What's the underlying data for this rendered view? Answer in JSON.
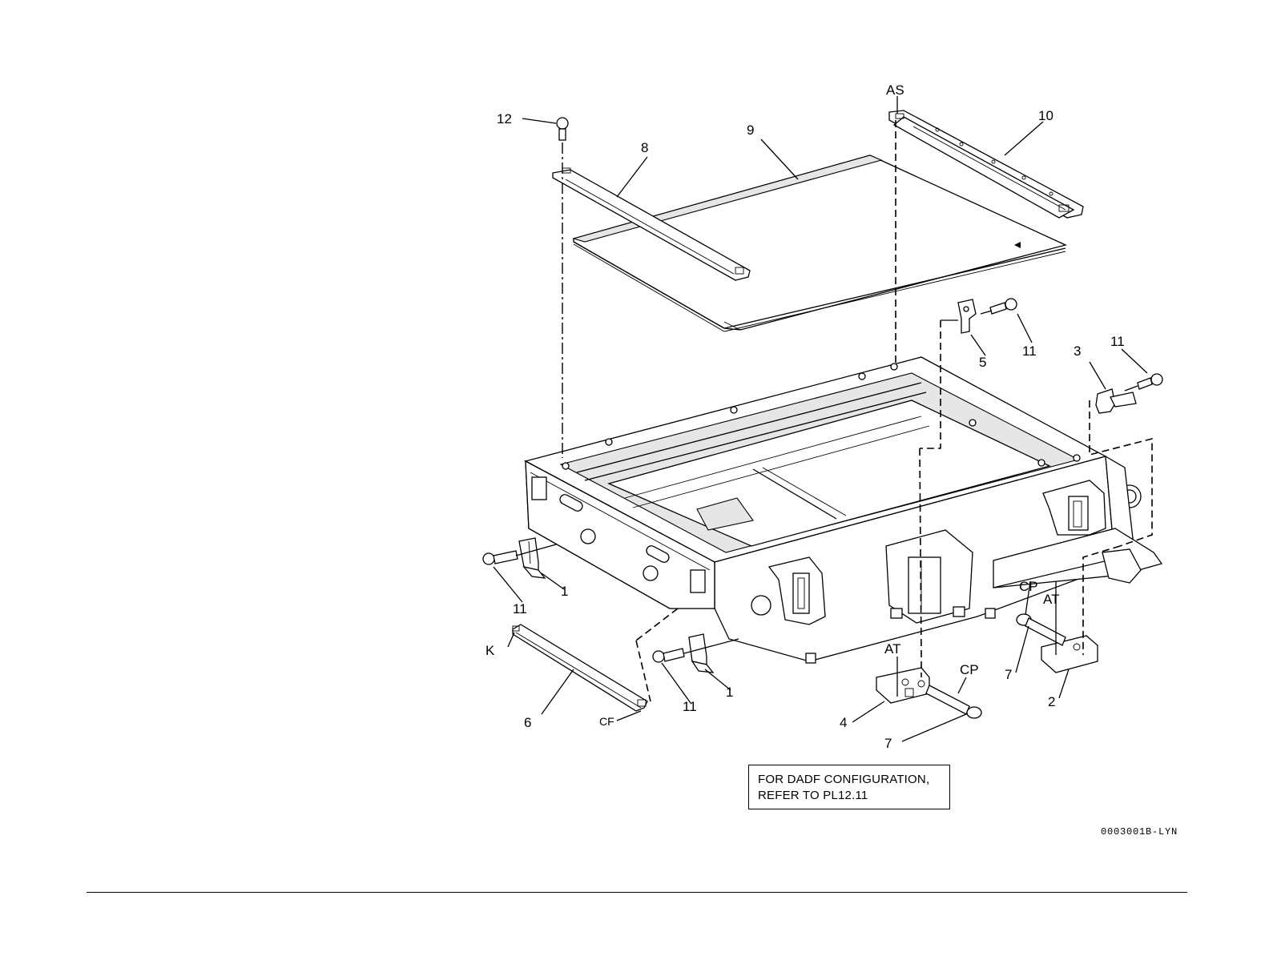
{
  "callouts": {
    "as": "AS",
    "n10": "10",
    "n12": "12",
    "n8": "8",
    "n9": "9",
    "n5": "5",
    "n11_top": "11",
    "n3": "3",
    "n11_right": "11",
    "n1_left": "1",
    "n11_left": "11",
    "k": "K",
    "n6": "6",
    "cf": "CF",
    "n11_mid": "11",
    "n1_mid": "1",
    "at_left": "AT",
    "n4": "4",
    "cp_left": "CP",
    "n7_bottom": "7",
    "cp_right": "CP",
    "at_right": "AT",
    "n7_right": "7",
    "n2": "2"
  },
  "note": {
    "line1": "FOR DADF CONFIGURATION,",
    "line2": "REFER TO PL12.11"
  },
  "figure_id": "0003001B-LYN"
}
